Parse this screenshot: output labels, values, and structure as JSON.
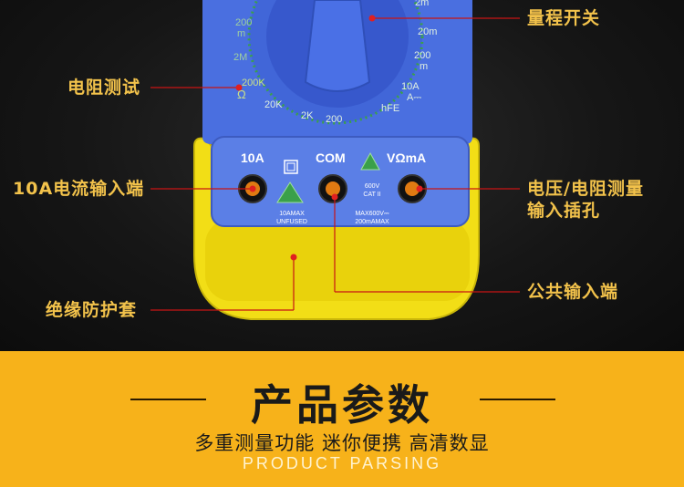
{
  "callouts": {
    "range_switch": "量程开关",
    "resistance_test": "电阻测试",
    "input_10a": "10A电流输入端",
    "voltage_resistance": [
      "电压/电阻测量",
      "输入插孔"
    ],
    "insulation_sleeve": "绝缘防护套",
    "common_input": "公共输入端"
  },
  "meter": {
    "dial_labels": {
      "l200": "200",
      "m": "m",
      "2M": "2M",
      "200K": "200K",
      "ohm": "Ω",
      "20K": "20K",
      "2K": "2K",
      "200": "200",
      "r2m": "2m",
      "20m": "20m",
      "r200m": "200",
      "r200m_m": "m",
      "10A": "10A",
      "A_dc": "A⎓",
      "hFE": "hFE"
    },
    "jacks": {
      "j10a": "10A",
      "com": "COM",
      "vohm": "VΩmA",
      "warn_10a": [
        "10AMAX",
        "UNFUSED"
      ],
      "cat": [
        "600V",
        "CAT II"
      ],
      "max_com": [
        "MAX600V⎓",
        "200mAMAX"
      ]
    }
  },
  "section": {
    "title": "产品参数",
    "subtitle": "多重测量功能  迷你便携  高清数显",
    "english": "PRODUCT PARSING"
  },
  "colors": {
    "meter_body": "#4a6fe0",
    "holster": "#f5e11a",
    "callout_text": "#f2c24b",
    "leader_line": "#c81414",
    "banner": "#f7b21a",
    "dial_green": "#3aa04a"
  }
}
